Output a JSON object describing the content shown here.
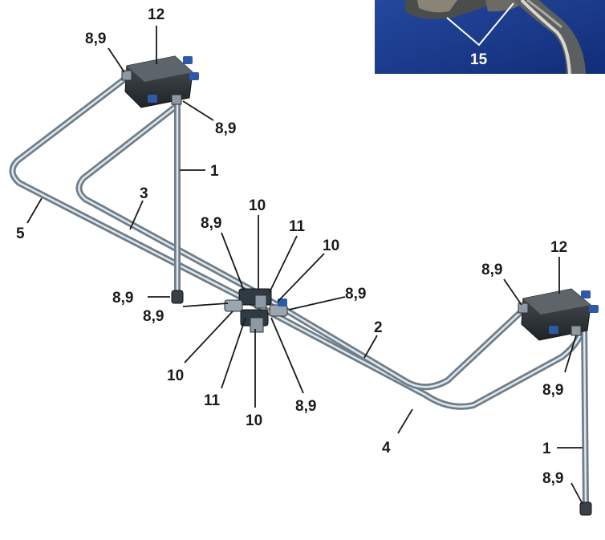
{
  "callouts": {
    "valve_block_top": "12",
    "valve_block_right": "12",
    "fit_top_left": "8,9",
    "fit_top_right": "8,9",
    "fit_left_bottom": "8,9",
    "fit_center_upper_left": "8,9",
    "fit_center_upper_right": "8,9",
    "fit_center_lower_left": "8,9",
    "fit_center_lower_right": "8,9",
    "fit_right_block_left": "8,9",
    "fit_right_block_below": "8,9",
    "fit_right_bottom": "8,9",
    "tee_upper_top": "10",
    "tee_upper_right": "10",
    "tee_lower_left": "10",
    "tee_lower_bottom": "10",
    "cap_upper": "11",
    "cap_lower": "11",
    "tube_1_left": "1",
    "tube_1_right": "1",
    "tube_2": "2",
    "tube_3": "3",
    "tube_4": "4",
    "tube_5": "5",
    "inset_15": "15"
  },
  "colors": {
    "tube": "#7f8f9c",
    "tube_highlight": "#dfe7ee",
    "block": "#2e3338",
    "fitting_blue": "#2c5aa6",
    "inset_bg": "#1b3f9a"
  },
  "icons": [
    "hydraulic-valve-block",
    "tube-fitting",
    "tee-fitting",
    "plug-cap"
  ]
}
